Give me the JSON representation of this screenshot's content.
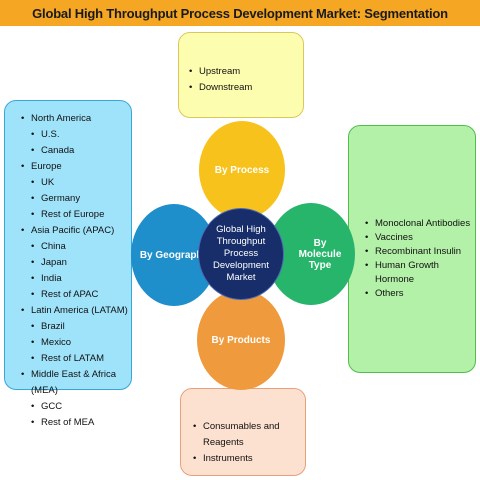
{
  "title": "Global High Throughput Process Development Market: Segmentation",
  "center": "Global High Throughput Process Development Market",
  "circles": {
    "process": "By Process",
    "geography": "By Geography",
    "molecule": "By Molecule Type",
    "products": "By Products"
  },
  "process_items": [
    "Upstream",
    "Downstream"
  ],
  "geography": {
    "north_america": "North America",
    "us": "U.S.",
    "canada": "Canada",
    "europe": "Europe",
    "uk": "UK",
    "germany": "Germany",
    "rest_europe": "Rest of Europe",
    "apac": "Asia Pacific (APAC)",
    "china": "China",
    "japan": "Japan",
    "india": "India",
    "rest_apac": "Rest of APAC",
    "latam": "Latin America (LATAM)",
    "brazil": "Brazil",
    "mexico": "Mexico",
    "rest_latam": "Rest of LATAM",
    "mea": "Middle East & Africa (MEA)",
    "gcc": "GCC",
    "rest_mea": "Rest of MEA"
  },
  "molecule_items": [
    "Monoclonal Antibodies",
    "Vaccines",
    "Recombinant Insulin",
    "Human Growth Hormone",
    "Others"
  ],
  "product_items": [
    "Consumables and Reagents",
    "Instruments"
  ],
  "colors": {
    "title_bar": "#f5a623",
    "process": "#f7c21c",
    "geography": "#1e8fcb",
    "molecule": "#27b56b",
    "products": "#ef9a3d",
    "center": "#172e6a"
  }
}
